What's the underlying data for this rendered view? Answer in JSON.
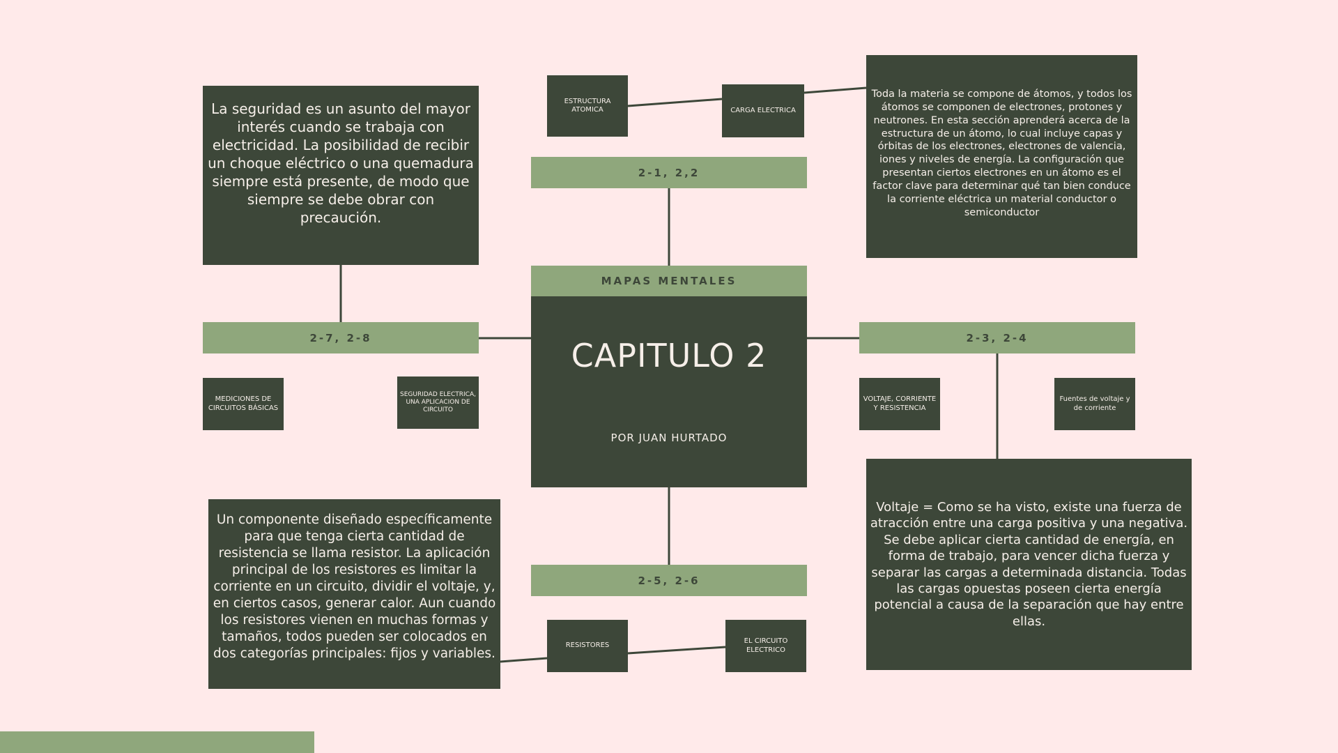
{
  "center": {
    "header": "MAPAS MENTALES",
    "title": "CAPITULO 2",
    "subtitle": "POR JUAN HURTADO"
  },
  "bands": {
    "top": "2-1, 2,2",
    "left": "2-7, 2-8",
    "right": "2-3, 2-4",
    "bottom": "2-5, 2-6"
  },
  "nodes": {
    "estructura": "ESTRUCTURA ATOMICA",
    "carga": "CARGA ELECTRICA",
    "mediciones": "MEDICIONES DE CIRCUITOS BÁSICAS",
    "seguridad": "SEGURIDAD ELECTRICA, UNA APLICACION DE CIRCUITO",
    "voltaje": "VOLTAJE, CORRIENTE Y RESISTENCIA",
    "fuentes": "Fuentes de voltaje y de corriente",
    "resistores": "RESISTORES",
    "circuito": "EL CIRCUITO ELECTRICO"
  },
  "texts": {
    "seguridad": "La seguridad es un asunto del mayor interés cuando se trabaja con electricidad. La posibilidad de recibir un choque eléctrico o una quemadura siempre está presente, de modo que siempre se debe obrar con precaución.",
    "materia": "Toda la materia se compone de átomos, y todos los átomos se componen de electrones, protones y neutrones. En esta sección aprenderá acerca de la estructura de un átomo, lo cual incluye capas y órbitas de los electrones, electrones de valencia, iones y niveles de energía. La configuración que presentan ciertos electrones en un átomo es el factor clave para determinar qué tan bien conduce la corriente eléctrica un material conductor o semiconductor",
    "resistor": "Un componente diseñado específicamente para que tenga cierta cantidad de resistencia se llama resistor. La aplicación principal de los resistores es limitar la corriente en un circuito, dividir el voltaje, y, en ciertos casos, generar calor. Aun cuando los resistores vienen en muchas formas y tamaños, todos pueden ser colocados en dos categorías principales: fijos y variables.",
    "voltaje": "Voltaje = Como se ha visto, existe una fuerza de atracción entre una carga positiva y una negativa. Se debe aplicar cierta cantidad de energía, en forma de trabajo, para vencer dicha fuerza y separar las cargas a determinada distancia. Todas las cargas opuestas poseen cierta energía potencial a causa de la separación que hay entre ellas."
  },
  "colors": {
    "background": "#ffeaea",
    "dark": "#3d4739",
    "accent": "#8fa77c"
  }
}
